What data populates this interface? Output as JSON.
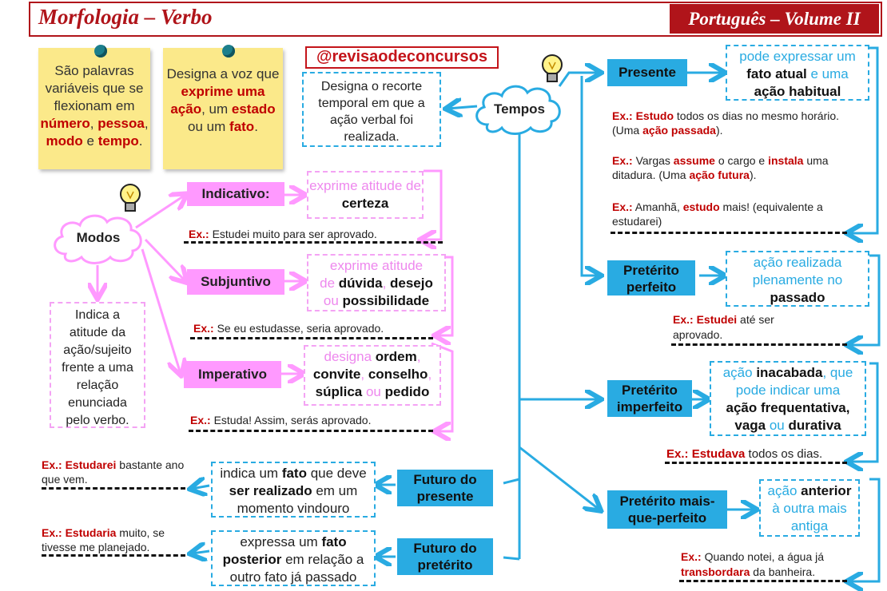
{
  "header": {
    "title": "Morfologia – Verbo",
    "volume": "Português – Volume II"
  },
  "notes": {
    "note1": {
      "pre": "São palavras variáveis que se flexionam em ",
      "numero": "número",
      "comma": ", ",
      "pessoa": "pessoa",
      "comma2": ", ",
      "modo": "modo",
      "and": " e ",
      "tempo": "tempo",
      "end": "."
    },
    "note2": {
      "pre": "Designa a voz que ",
      "acao": "exprime uma ação",
      "mid": ", um ",
      "estado": "estado",
      "mid2": " ou um ",
      "fato": "fato",
      "end": "."
    }
  },
  "handle": "@revisaodeconcursos",
  "tempos": {
    "label": "Tempos",
    "description": "Designa o recorte temporal em que a ação verbal foi realizada."
  },
  "modos": {
    "label": "Modos",
    "description": "Indica a atitude da ação/sujeito frente a uma relação enunciada pelo verbo.",
    "indicativo": {
      "label": "Indicativo:",
      "desc_pre": "exprime atitude de ",
      "desc_bold": "certeza",
      "ex_tag": "Ex.:",
      "ex_text": " Estudei muito para ser aprovado."
    },
    "subjuntivo": {
      "label": "Subjuntivo",
      "line1": "exprime atitude",
      "de": "de ",
      "duvida": "dúvida",
      "comma": ", ",
      "desejo": "desejo",
      "ou": "ou ",
      "possibilidade": "possibilidade",
      "ex_tag": "Ex.:",
      "ex_text": " Se eu estudasse, seria aprovado."
    },
    "imperativo": {
      "label": "Imperativo",
      "designa": "designa ",
      "ordem": "ordem",
      "comma1": ",",
      "convite": "convite",
      "comma2": ", ",
      "conselho": "conselho",
      "comma3": ",",
      "suplica": "súplica",
      "ou": " ou ",
      "pedido": "pedido",
      "ex_tag": "Ex.:",
      "ex_text": " Estuda! Assim, serás aprovado."
    }
  },
  "presente": {
    "label": "Presente",
    "desc_pre": "pode expressar um",
    "fato_atual": "fato atual",
    "e_uma": " e uma",
    "acao_habitual": "ação habitual",
    "examples": [
      {
        "tag": "Ex.:",
        "parts": [
          {
            "t": " ",
            "r": false
          },
          {
            "t": "Estudo",
            "r": true
          },
          {
            "t": " todos os dias no mesmo horário. (Uma ",
            "r": false
          },
          {
            "t": "ação passada",
            "r": true
          },
          {
            "t": ").",
            "r": false
          }
        ]
      },
      {
        "tag": "Ex.:",
        "parts": [
          {
            "t": " Vargas ",
            "r": false
          },
          {
            "t": "assume",
            "r": true
          },
          {
            "t": " o cargo e ",
            "r": false
          },
          {
            "t": "instala",
            "r": true
          },
          {
            "t": " uma ditadura. (Uma ",
            "r": false
          },
          {
            "t": "ação futura",
            "r": true
          },
          {
            "t": ").",
            "r": false
          }
        ]
      },
      {
        "tag": "Ex.:",
        "parts": [
          {
            "t": " Amanhã, ",
            "r": false
          },
          {
            "t": "estudo",
            "r": true
          },
          {
            "t": " mais! (equivalente a estudarei)",
            "r": false
          }
        ]
      }
    ]
  },
  "perfeito": {
    "label": "Pretérito perfeito",
    "desc_pre": "ação realizada plenamente no",
    "passado": "passado",
    "ex_tag": "Ex.:",
    "ex_red": "Estudei",
    "ex_text": " até ser aprovado."
  },
  "imperfeito": {
    "label": "Pretérito imperfeito",
    "acao": "ação ",
    "inacabada": "inacabada",
    "que": ", que",
    "line2": "pode indicar uma",
    "frequentativa": "ação frequentativa",
    "comma": ",",
    "vaga": "vaga",
    "ou": " ou ",
    "durativa": "durativa",
    "ex_tag": "Ex.:",
    "ex_red": "Estudava",
    "ex_text": " todos os dias."
  },
  "mais_que_perfeito": {
    "label": "Pretérito mais-que-perfeito",
    "acao": "ação ",
    "anterior": "anterior",
    "rest": "à outra mais antiga",
    "ex_tag": "Ex.:",
    "ex_text": "  Quando notei, a água já",
    "ex_red": "transbordara",
    "ex_end": " da banheira."
  },
  "futuro_presente": {
    "label": "Futuro do presente",
    "d1": "indica um ",
    "fato": "fato",
    "d2": " que deve ",
    "realizado": "ser realizado",
    "d3": " em um momento vindouro",
    "ex_tag": "Ex.:",
    "ex_red": "Estudarei",
    "ex_text": " bastante ano que vem."
  },
  "futuro_preterito": {
    "label": "Futuro do pretérito",
    "d1": "expressa um ",
    "fato": "fato",
    "posterior": "posterior",
    "d2": " em relação a outro fato já passado",
    "ex_tag": "Ex.:",
    "ex_red": "Estudaria",
    "ex_text": " muito, se tivesse me planejado."
  },
  "colors": {
    "brand_red": "#b0141a",
    "blue": "#29abe2",
    "pink": "#ff99ff",
    "note_yellow": "#fbe98a",
    "text_red": "#c00000"
  }
}
